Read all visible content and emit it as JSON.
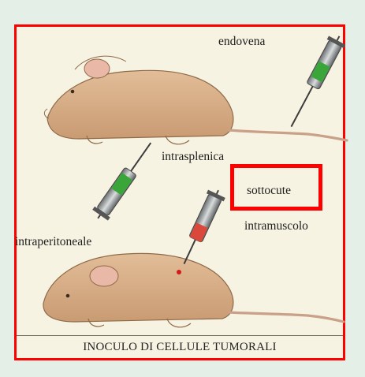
{
  "labels": {
    "endovena": "endovena",
    "intrasplenica": "intrasplenica",
    "sottocute": "sottocute",
    "intramuscolo": "intramuscolo",
    "intraperitoneale": "intraperitoneale"
  },
  "caption": "INOCULO DI CELLULE TUMORALI",
  "colors": {
    "frame_border": "#ff0000",
    "highlight_border": "#ff0000",
    "mouse_body": "#d8b08a",
    "syringe_green": "#3aa63a",
    "syringe_red": "#d9483a",
    "injection_dot": "#d11a1a"
  },
  "highlighted_label": "sottocute"
}
